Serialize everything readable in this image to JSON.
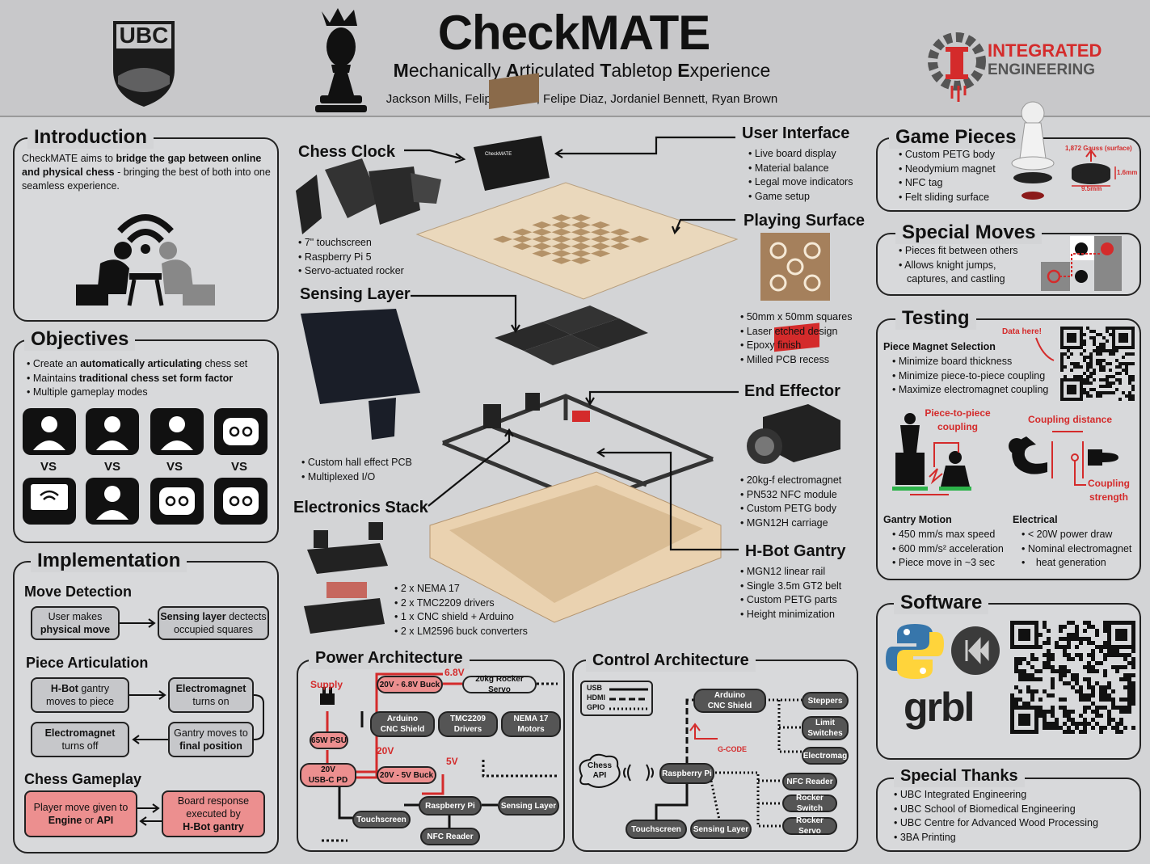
{
  "header": {
    "title": "CheckMATE",
    "subtitle_parts": [
      "M",
      "echanically ",
      "A",
      "rticulated ",
      "T",
      "abletop ",
      "E",
      "xperience"
    ],
    "authors": "Jackson Mills, Felipe Nunes, Felipe Diaz, Jordaniel Bennett, Ryan Brown",
    "left_logo": "UBC",
    "right_logo_line1": "INTEGRATED",
    "right_logo_line2": "ENGINEERING"
  },
  "introduction": {
    "title": "Introduction",
    "text_pre": "CheckMATE aims to ",
    "text_bold": "bridge the gap between online and physical chess",
    "text_post": " - bringing the best of both into one seamless experience."
  },
  "objectives": {
    "title": "Objectives",
    "items": [
      {
        "pre": "Create an ",
        "bold": "automatically articulating",
        "post": " chess set"
      },
      {
        "pre": "Maintains ",
        "bold": "traditional chess set form factor",
        "post": ""
      },
      {
        "pre": "Multiple gameplay modes",
        "bold": "",
        "post": ""
      }
    ],
    "vs": "VS"
  },
  "implementation": {
    "title": "Implementation",
    "move_detection": {
      "title": "Move Detection",
      "box1_line1": "User makes",
      "box1_line2": "physical move",
      "box2_bold": "Sensing layer",
      "box2_rest": " dectects",
      "box2_line2": "occupied squares"
    },
    "piece_articulation": {
      "title": "Piece Articulation",
      "b1_bold": "H-Bot",
      "b1_rest": " gantry",
      "b1_line2": "moves to piece",
      "b2_bold": "Electromagnet",
      "b2_line2": "turns on",
      "b3_bold": "Electromagnet",
      "b3_line2": "turns off",
      "b4_line1": "Gantry moves to",
      "b4_bold": "final position"
    },
    "chess_gameplay": {
      "title": "Chess Gameplay",
      "b1_line1": "Player move given to",
      "b1_bold1": "Engine",
      "b1_mid": " or ",
      "b1_bold2": "API",
      "b2_line1": "Board response",
      "b2_line2": "executed by",
      "b2_bold": "H-Bot gantry"
    }
  },
  "center": {
    "chess_clock": {
      "title": "Chess Clock",
      "items": [
        "7\" touchscreen",
        "Raspberry Pi 5",
        "Servo-actuated rocker"
      ],
      "screen_label": "CheckMATE"
    },
    "sensing_layer": {
      "title": "Sensing Layer",
      "items": [
        "Custom hall effect PCB",
        "Multiplexed I/O"
      ]
    },
    "electronics_stack": {
      "title": "Electronics Stack",
      "items": [
        "2 x NEMA 17",
        "2 x TMC2209 drivers",
        "1 x CNC shield + Arduino",
        "2 x LM2596 buck converters"
      ]
    },
    "user_interface": {
      "title": "User Interface",
      "items": [
        "Live board display",
        "Material balance",
        "Legal move indicators",
        "Game setup"
      ]
    },
    "playing_surface": {
      "title": "Playing Surface",
      "items": [
        "50mm x 50mm squares",
        "Laser etched design",
        "Epoxy finish",
        "Milled PCB recess"
      ]
    },
    "end_effector": {
      "title": "End Effector",
      "items": [
        "20kg-f electromagnet",
        "PN532 NFC module",
        "Custom PETG body",
        "MGN12H carriage"
      ]
    },
    "hbot": {
      "title": "H-Bot Gantry",
      "items": [
        "MGN12 linear rail",
        "Single 3.5m GT2 belt",
        "Custom PETG parts",
        "Height minimization"
      ]
    }
  },
  "power": {
    "title": "Power Architecture",
    "supply": "Supply",
    "psu": "65W PSU",
    "usbc_line1": "20V",
    "usbc_line2": "USB-C PD",
    "buck1": "20V - 6.8V Buck",
    "v68": "6.8V",
    "servo": "20kg Rocker Servo",
    "arduino_line1": "Arduino",
    "arduino_line2": "CNC Shield",
    "tmc_line1": "TMC2209",
    "tmc_line2": "Drivers",
    "nema_line1": "NEMA 17",
    "nema_line2": "Motors",
    "v20": "20V",
    "buck2": "20V - 5V Buck",
    "v5": "5V",
    "pi": "Raspberry Pi",
    "sensing": "Sensing Layer",
    "touch": "Touchscreen",
    "nfc": "NFC Reader"
  },
  "control": {
    "title": "Control Architecture",
    "legend": [
      "USB",
      "HDMI",
      "GPIO"
    ],
    "arduino_line1": "Arduino",
    "arduino_line2": "CNC Shield",
    "steppers": "Steppers",
    "limit_line1": "Limit",
    "limit_line2": "Switches",
    "electromag": "Electromag",
    "gcode": "G-CODE",
    "api_line1": "Chess",
    "api_line2": "API",
    "pi": "Raspberry Pi",
    "nfc": "NFC Reader",
    "rocker_switch": "Rocker Switch",
    "rocker_servo": "Rocker Servo",
    "touch": "Touchscreen",
    "sensing": "Sensing Layer"
  },
  "game_pieces": {
    "title": "Game Pieces",
    "items": [
      "Custom PETG body",
      "Neodymium magnet",
      "NFC tag",
      "Felt sliding surface"
    ],
    "gauss": "1,872 Gauss (surface)",
    "thick": "1.6mm",
    "dia": "9.5mm"
  },
  "special_moves": {
    "title": "Special Moves",
    "items": [
      "Pieces fit between others",
      "Allows knight jumps, captures, and castling"
    ]
  },
  "testing": {
    "title": "Testing",
    "pms_title": "Piece Magnet Selection",
    "pms_items": [
      "Minimize board thickness",
      "Minimize piece-to-piece coupling",
      "Maximize electromagnet coupling"
    ],
    "data_here": "Data here!",
    "p2p_line1": "Piece-to-piece",
    "p2p_line2": "coupling",
    "coupling_distance": "Coupling distance",
    "coupling_strength_line1": "Coupling",
    "coupling_strength_line2": "strength",
    "gantry_title": "Gantry Motion",
    "gantry_items": [
      "450 mm/s max speed",
      "600 mm/s² acceleration",
      "Piece move in ~3 sec"
    ],
    "elec_title": "Electrical",
    "elec_items": [
      "< 20W power draw",
      "Nominal electromagnet",
      "heat generation"
    ]
  },
  "software": {
    "title": "Software",
    "grbl": "grbl"
  },
  "thanks": {
    "title": "Special Thanks",
    "items": [
      "UBC Integrated Engineering",
      "UBC School of Biomedical Engineering",
      "UBC Centre for Advanced Wood Processing",
      "3BA Printing"
    ]
  },
  "colors": {
    "red": "#d42b2b",
    "pink": "#ec8f8f",
    "panel": "#d8d9db",
    "dark": "#222222"
  }
}
